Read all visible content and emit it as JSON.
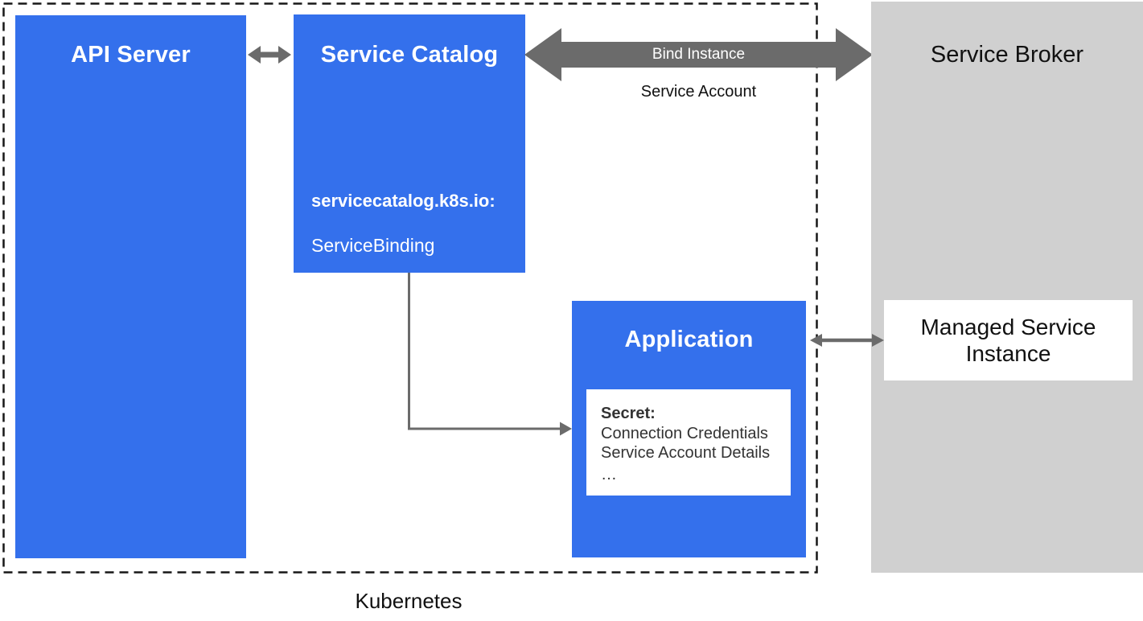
{
  "diagram": {
    "kubernetes_boundary": {
      "label": "Kubernetes"
    },
    "boxes": {
      "api_server": {
        "title": "API Server"
      },
      "service_catalog": {
        "title": "Service Catalog",
        "api_group": "servicecatalog.k8s.io:",
        "resource": "ServiceBinding"
      },
      "application": {
        "title": "Application",
        "secret": {
          "title": "Secret:",
          "lines": [
            "Connection Credentials",
            "Service Account Details",
            "…"
          ]
        }
      },
      "service_broker": {
        "title": "Service Broker",
        "managed_service_instance": {
          "label": "Managed Service Instance"
        }
      }
    },
    "arrows": {
      "bind_instance": {
        "label": "Bind Instance"
      },
      "service_account": {
        "label": "Service Account"
      }
    },
    "colors": {
      "blue": "#3470ec",
      "gray_box": "#d0d0d0",
      "arrow_gray": "#6b6b6b",
      "text_dark": "#333333",
      "text_black": "#111111"
    }
  }
}
